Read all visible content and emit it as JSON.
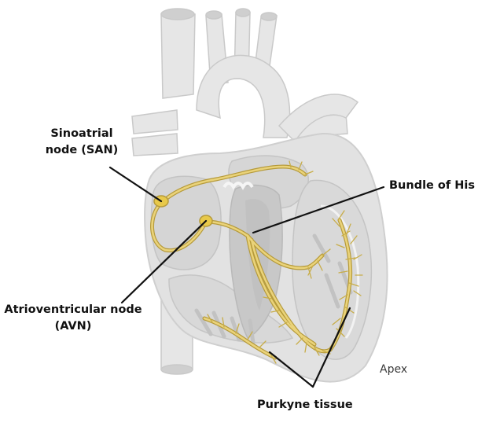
{
  "labels": {
    "san_line1": "Sinoatrial",
    "san_line2": "node (SAN)",
    "bundle": "Bundle of His",
    "avn_line1": "Atrioventricular node",
    "avn_line2": "(AVN)",
    "apex": "Apex",
    "purkyne": "Purkyne tissue"
  },
  "colors": {
    "heart_light": "#e4e4e4",
    "heart_mid": "#d0d0d0",
    "heart_dark": "#bdbdbd",
    "conduction": "#e6cf6a",
    "conduction_outline": "#b59a3b",
    "node": "#e8c94a",
    "pointer": "#111111"
  }
}
